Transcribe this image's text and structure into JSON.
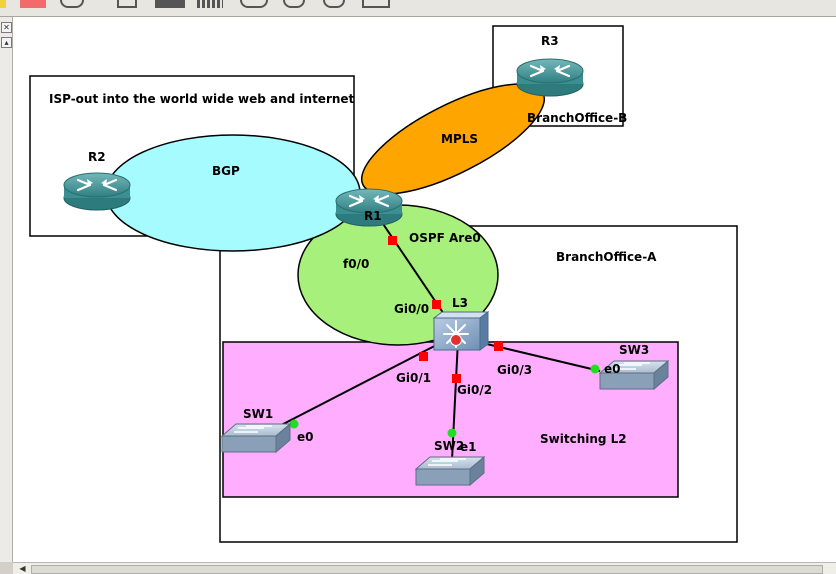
{
  "toolbar": {
    "buttons": [
      "note-icon",
      "stop-icon",
      "reload-icon",
      "window-icon",
      "console-icon",
      "grid-icon",
      "capture-icon",
      "zoom-in-icon",
      "zoom-out-icon",
      "screenshot-icon"
    ]
  },
  "side_panel": {
    "close_glyph": "✕",
    "collapse_glyph": "▴"
  },
  "diagram": {
    "areas": {
      "isp": "ISP-out into the world wide web and internet",
      "branch_b": "BranchOffice-B",
      "branch_a": "BranchOffice-A",
      "switching": "Switching L2"
    },
    "clouds": {
      "bgp": "BGP",
      "mpls": "MPLS",
      "ospf": "OSPF Are0"
    },
    "devices": {
      "r1": "R1",
      "r2": "R2",
      "r3": "R3",
      "l3": "L3",
      "sw1": "SW1",
      "sw2": "SW2",
      "sw3": "SW3"
    },
    "interfaces": {
      "r1_f00": "f0/0",
      "l3_gi00": "Gi0/0",
      "l3_gi01": "Gi0/1",
      "l3_gi02": "Gi0/2",
      "l3_gi03": "Gi0/3",
      "sw1_e0": "e0",
      "sw2_e1": "e1",
      "sw3_e0": "e0"
    },
    "colors": {
      "bgp_cloud": "#a6fbff",
      "mpls_cloud": "#ffa500",
      "ospf_cloud": "#a8f07c",
      "switching_area": "#ffadff",
      "link_down": "#ff0000",
      "link_up": "#22dd22"
    }
  }
}
